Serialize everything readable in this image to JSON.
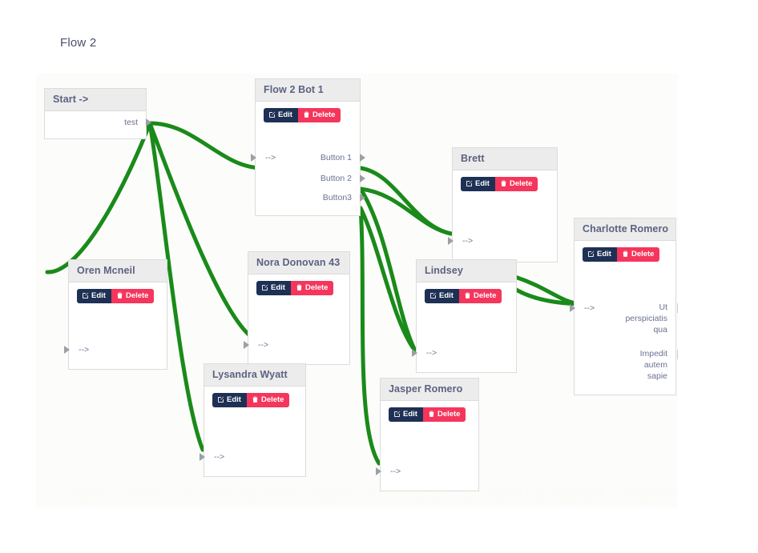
{
  "header": {
    "title": "Flow 2"
  },
  "canvas": {
    "watermark": "Flow 2 Bot 1 Oren Mcneil Nora Donovan Lysandra Wyatt Jasper"
  },
  "buttons": {
    "edit_label": "Edit",
    "delete_label": "Delete",
    "edit_icon": "pencil-square-icon",
    "delete_icon": "trash-icon"
  },
  "colors": {
    "edit_button": "#1f3055",
    "delete_button": "#f5365c",
    "edge": "#1a8a1a",
    "node_header": "#ececec",
    "node_border": "#dcdcdc",
    "title_text": "#4a4f6e",
    "canvas_background": "#fcfcfa"
  },
  "nodes": [
    {
      "id": "start",
      "title": "Start ->",
      "has_buttons": false,
      "inputs": [],
      "outputs": [
        "test"
      ]
    },
    {
      "id": "flow2bot1",
      "title": "Flow 2 Bot 1",
      "has_buttons": true,
      "inputs": [
        "-->"
      ],
      "outputs": [
        "Button 1",
        "Button 2",
        "Button3"
      ]
    },
    {
      "id": "oren",
      "title": "Oren Mcneil",
      "has_buttons": true,
      "inputs": [
        "-->"
      ],
      "outputs": []
    },
    {
      "id": "nora",
      "title": "Nora Donovan 43",
      "has_buttons": true,
      "inputs": [
        "-->"
      ],
      "outputs": []
    },
    {
      "id": "lysandra",
      "title": "Lysandra Wyatt",
      "has_buttons": true,
      "inputs": [
        "-->"
      ],
      "outputs": []
    },
    {
      "id": "jasper",
      "title": "Jasper Romero",
      "has_buttons": true,
      "inputs": [
        "-->"
      ],
      "outputs": []
    },
    {
      "id": "brett",
      "title": "Brett",
      "has_buttons": true,
      "inputs": [
        "-->"
      ],
      "outputs": []
    },
    {
      "id": "lindsey",
      "title": "Lindsey",
      "has_buttons": true,
      "inputs": [
        "-->"
      ],
      "outputs": []
    },
    {
      "id": "charlotte",
      "title": "Charlotte Romero",
      "has_buttons": true,
      "inputs": [
        "-->"
      ],
      "outputs": [
        "Ut\nperspiciatis\nqua",
        "Impedit\nautem\nsapie"
      ]
    }
  ]
}
